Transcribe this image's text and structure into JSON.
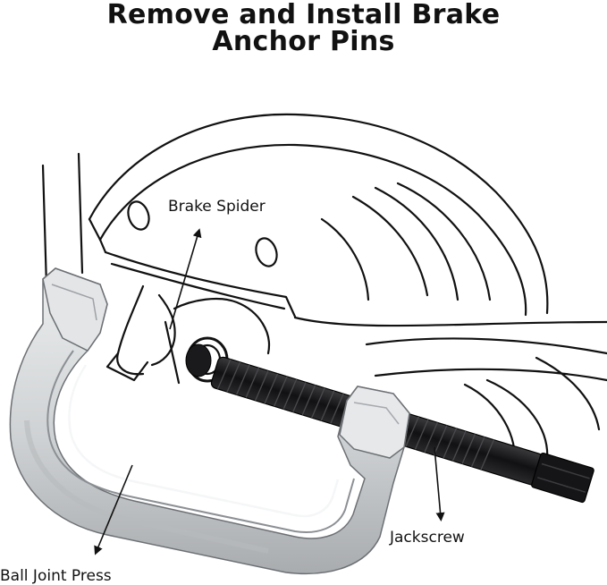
{
  "title": {
    "line1": "Remove and Install Brake",
    "line2": "Anchor Pins"
  },
  "labels": {
    "brake_spider": "Brake Spider",
    "jackscrew": "Jackscrew",
    "ball_joint_press": "Ball Joint Press"
  },
  "colors": {
    "line_art": "#111111",
    "press_body": "#d3d5d7",
    "press_shadow": "#9ea1a5",
    "screw": "#1c1c1e"
  }
}
